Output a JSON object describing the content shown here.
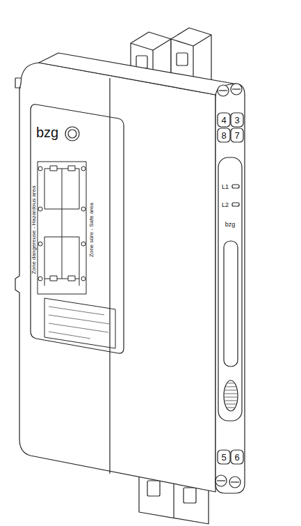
{
  "diagram": {
    "labels": [
      "4",
      "3",
      "8",
      "7",
      "L1",
      "L2",
      "bzg",
      "bzg",
      "Zone dangereuse - Hazardous area",
      "Zone sûre - Safe area",
      "5",
      "6"
    ]
  }
}
